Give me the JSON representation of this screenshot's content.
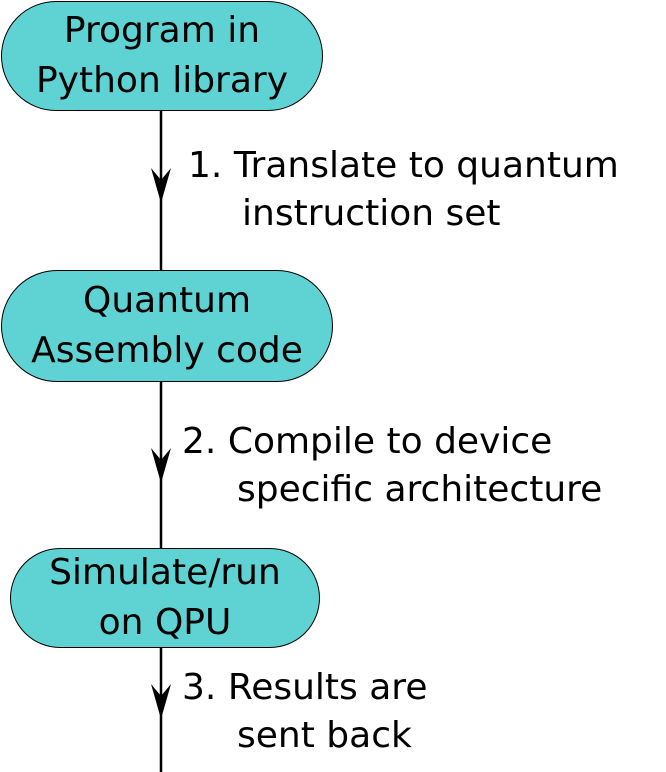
{
  "colors": {
    "node_fill": "#5fd3d3",
    "node_stroke": "#000000",
    "arrow": "#000000",
    "background": "#ffffff"
  },
  "nodes": [
    {
      "line1": "Program in",
      "line2": "Python library"
    },
    {
      "line1": "Quantum",
      "line2": "Assembly code"
    },
    {
      "line1": "Simulate/run",
      "line2": "on QPU"
    }
  ],
  "steps": [
    {
      "number": "1.",
      "line1": "Translate to quantum",
      "line2": "instruction set"
    },
    {
      "number": "2.",
      "line1": "Compile to device",
      "line2": "specific architecture"
    },
    {
      "number": "3.",
      "line1": "Results are",
      "line2": "sent back"
    }
  ]
}
